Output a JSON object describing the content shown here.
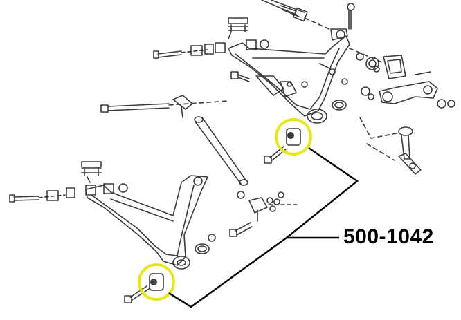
{
  "part_number": "500-1042",
  "colors": {
    "line": "#3a3a3a",
    "highlight_ring": "#e8e61c",
    "leader_line": "#000000",
    "background": "#ffffff"
  },
  "callout": {
    "shape": "yellow-ring",
    "count": 2,
    "target": "bushing"
  }
}
